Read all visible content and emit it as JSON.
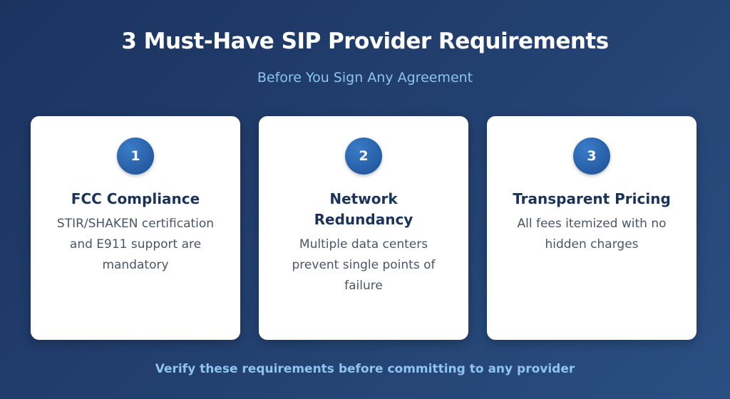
{
  "title": "3 Must-Have SIP Provider Requirements",
  "subtitle": "Before You Sign Any Agreement",
  "cards": [
    {
      "number": "1",
      "title": "FCC Compliance",
      "description": "STIR/SHAKEN certification and E911 support are mandatory"
    },
    {
      "number": "2",
      "title": "Network Redundancy",
      "description": "Multiple data centers prevent single points of failure"
    },
    {
      "number": "3",
      "title": "Transparent Pricing",
      "description": "All fees itemized with no hidden charges"
    }
  ],
  "footer": "Verify these requirements before committing to any provider",
  "colors": {
    "background": "#22406f",
    "accent": "#8fc4f0",
    "badge": "#2a66b0",
    "card_title": "#1c3358"
  }
}
